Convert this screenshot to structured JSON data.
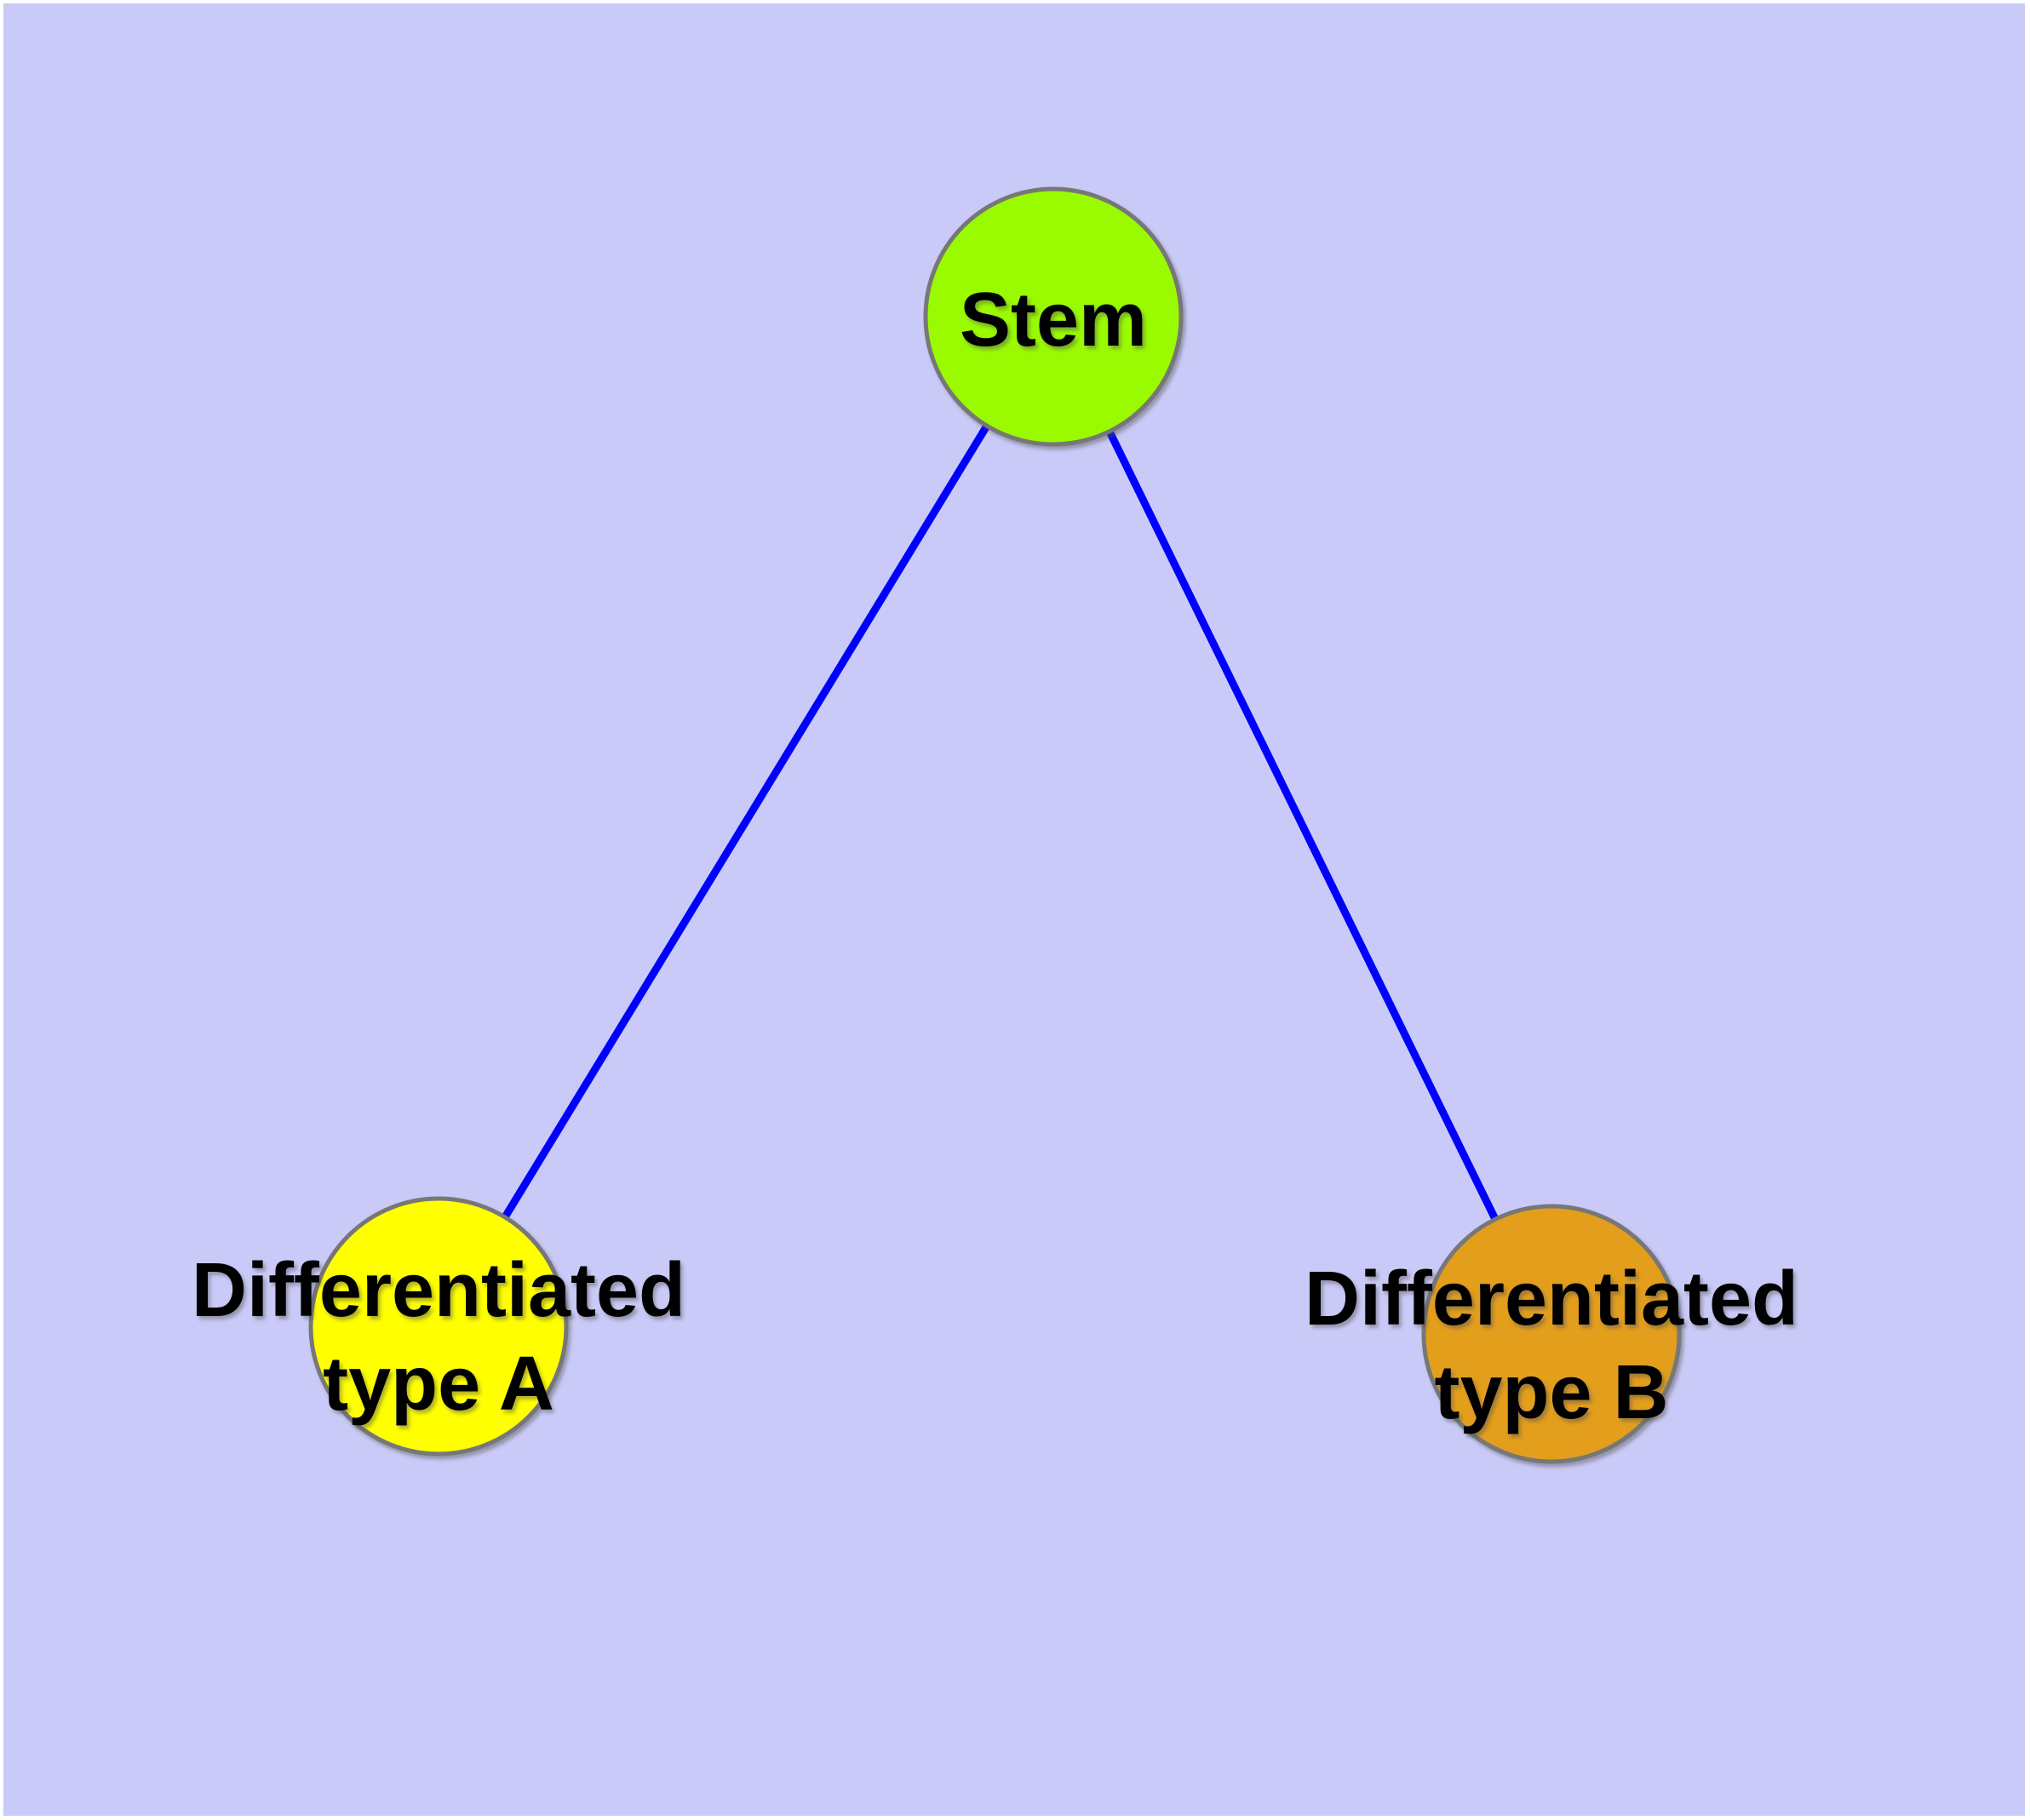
{
  "diagram": {
    "background_color": "#CACAF8",
    "page_margin_color": "#FFFFFF",
    "edge_color": "#0000FF",
    "node_border_color": "#777777",
    "label_color": "#000000",
    "nodes": [
      {
        "id": "stem",
        "label": "Stem",
        "lines": [
          "Stem"
        ],
        "fill": "#9AFB00"
      },
      {
        "id": "differentiated-type-a",
        "label": "Differentiated type A",
        "lines": [
          "Differentiated",
          "type A"
        ],
        "fill": "#FFFF00"
      },
      {
        "id": "differentiated-type-b",
        "label": "Differentiated type B",
        "lines": [
          "Differentiated",
          "type B"
        ],
        "fill": "#E39E1F"
      }
    ],
    "edges": [
      {
        "from": "stem",
        "to": "differentiated-type-a"
      },
      {
        "from": "stem",
        "to": "differentiated-type-b"
      }
    ]
  }
}
